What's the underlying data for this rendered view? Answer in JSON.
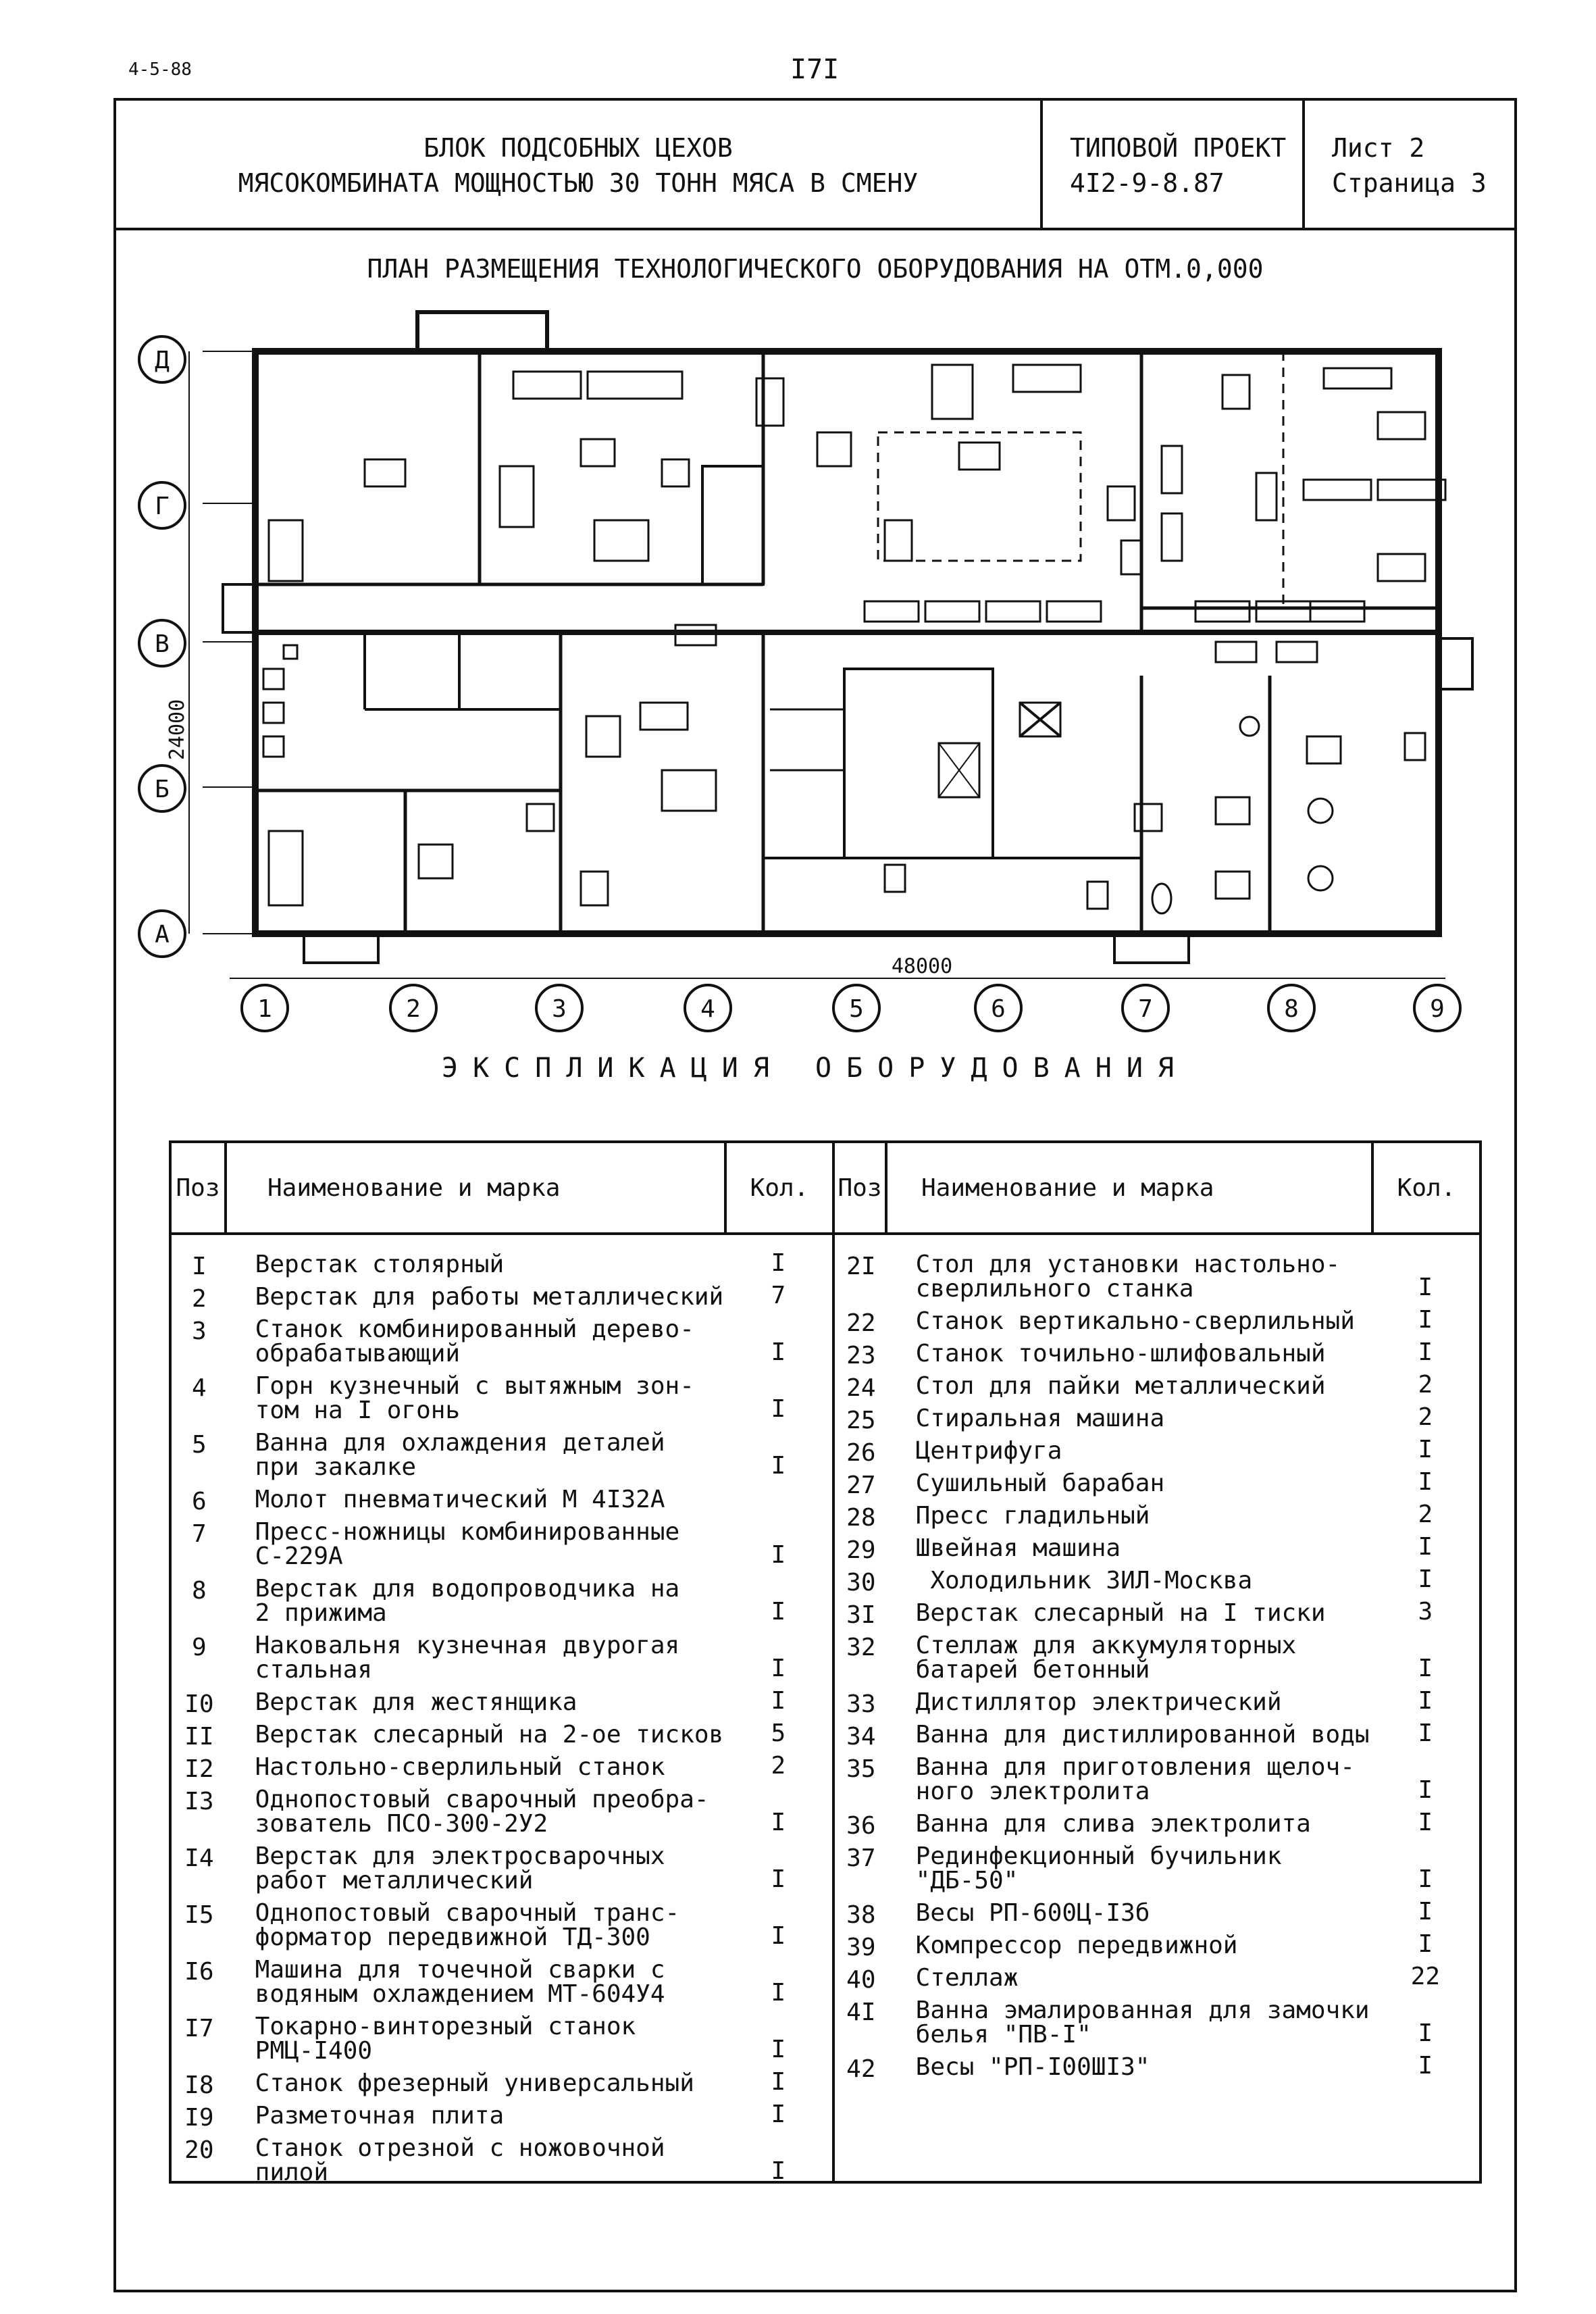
{
  "header": {
    "corner_code": "4-5-88",
    "page_number": "I7I",
    "title_line1": "БЛОК ПОДСОБНЫХ ЦЕХОВ",
    "title_line2": "МЯСОКОМБИНАТА МОЩНОСТЬЮ 30 ТОНН МЯСА В СМЕНУ",
    "project_label": "ТИПОВОЙ ПРОЕКТ",
    "project_code": "4I2-9-8.87",
    "sheet_label": "Лист 2",
    "page_label": "Страница 3"
  },
  "plan": {
    "title": "ПЛАН РАЗМЕЩЕНИЯ ТЕХНОЛОГИЧЕСКОГО ОБОРУДОВАНИЯ НА ОТМ.0,000",
    "row_axes": [
      "Д",
      "Г",
      "В",
      "Б",
      "А"
    ],
    "column_axes": [
      "1",
      "2",
      "3",
      "4",
      "5",
      "6",
      "7",
      "8",
      "9"
    ],
    "dim_width": "48000",
    "dim_height": "24000"
  },
  "explication": {
    "title": "ЭКСПЛИКАЦИЯ ОБОРУДОВАНИЯ",
    "headers": {
      "pos": "Поз",
      "name": "Наименование и марка",
      "qty": "Кол."
    },
    "left_items": [
      {
        "pos": "I",
        "name": [
          "Верстак столярный"
        ],
        "qty": "I"
      },
      {
        "pos": "2",
        "name": [
          "Верстак для работы металлический"
        ],
        "qty": "7"
      },
      {
        "pos": "3",
        "name": [
          "Станок комбинированный дерево-",
          "обрабатывающий"
        ],
        "qty": "I"
      },
      {
        "pos": "4",
        "name": [
          "Горн кузнечный с вытяжным зон-",
          "том на I огонь"
        ],
        "qty": "I"
      },
      {
        "pos": "5",
        "name": [
          "Ванна для охлаждения деталей",
          "при закалке"
        ],
        "qty": "I"
      },
      {
        "pos": "6",
        "name": [
          "Молот пневматический М 4I32А"
        ],
        "qty": ""
      },
      {
        "pos": "7",
        "name": [
          "Пресс-ножницы комбинированные",
          "С-229А"
        ],
        "qty": "I"
      },
      {
        "pos": "8",
        "name": [
          "Верстак для водопроводчика на",
          "2 прижима"
        ],
        "qty": "I"
      },
      {
        "pos": "9",
        "name": [
          "Наковальня кузнечная двурогая",
          "стальная"
        ],
        "qty": "I"
      },
      {
        "pos": "I0",
        "name": [
          "Верстак для жестянщика"
        ],
        "qty": "I"
      },
      {
        "pos": "II",
        "name": [
          "Верстак слесарный на 2-ое тисков"
        ],
        "qty": "5"
      },
      {
        "pos": "I2",
        "name": [
          "Настольно-сверлильный станок"
        ],
        "qty": "2"
      },
      {
        "pos": "I3",
        "name": [
          "Однопостовый сварочный преобра-",
          "зователь ПСО-300-2У2"
        ],
        "qty": "I"
      },
      {
        "pos": "I4",
        "name": [
          "Верстак для электросварочных",
          "работ металлический"
        ],
        "qty": "I"
      },
      {
        "pos": "I5",
        "name": [
          "Однопостовый сварочный транс-",
          "форматор передвижной ТД-300"
        ],
        "qty": "I"
      },
      {
        "pos": "I6",
        "name": [
          "Машина для точечной сварки с",
          "водяным охлаждением МТ-604У4"
        ],
        "qty": "I"
      },
      {
        "pos": "I7",
        "name": [
          "Токарно-винторезный станок",
          "РМЦ-I400"
        ],
        "qty": "I"
      },
      {
        "pos": "I8",
        "name": [
          "Станок фрезерный универсальный"
        ],
        "qty": "I"
      },
      {
        "pos": "I9",
        "name": [
          "Разметочная плита"
        ],
        "qty": "I"
      },
      {
        "pos": "20",
        "name": [
          "Станок отрезной с ножовочной",
          "пилой"
        ],
        "qty": "I"
      }
    ],
    "right_items": [
      {
        "pos": "2I",
        "name": [
          "Стол для установки настольно-",
          "сверлильного станка"
        ],
        "qty": "I"
      },
      {
        "pos": "22",
        "name": [
          "Станок вертикально-сверлильный"
        ],
        "qty": "I"
      },
      {
        "pos": "23",
        "name": [
          "Станок точильно-шлифовальный"
        ],
        "qty": "I"
      },
      {
        "pos": "24",
        "name": [
          "Стол для пайки металлический"
        ],
        "qty": "2"
      },
      {
        "pos": "25",
        "name": [
          "Стиральная машина"
        ],
        "qty": "2"
      },
      {
        "pos": "26",
        "name": [
          "Центрифуга"
        ],
        "qty": "I"
      },
      {
        "pos": "27",
        "name": [
          "Сушильный барабан"
        ],
        "qty": "I"
      },
      {
        "pos": "28",
        "name": [
          "Пресс гладильный"
        ],
        "qty": "2"
      },
      {
        "pos": "29",
        "name": [
          "Швейная машина"
        ],
        "qty": "I"
      },
      {
        "pos": "30",
        "name": [
          " Холодильник ЗИЛ-Москва"
        ],
        "qty": "I"
      },
      {
        "pos": "3I",
        "name": [
          "Верстак слесарный на I тиски"
        ],
        "qty": "3"
      },
      {
        "pos": "32",
        "name": [
          "Стеллаж для аккумуляторных",
          "батарей бетонный"
        ],
        "qty": "I"
      },
      {
        "pos": "33",
        "name": [
          "Дистиллятор электрический"
        ],
        "qty": "I"
      },
      {
        "pos": "34",
        "name": [
          "Ванна для дистиллированной воды"
        ],
        "qty": "I"
      },
      {
        "pos": "35",
        "name": [
          "Ванна для приготовления щелоч-",
          "ного электролита"
        ],
        "qty": "I"
      },
      {
        "pos": "36",
        "name": [
          "Ванна для слива электролита"
        ],
        "qty": "I"
      },
      {
        "pos": "37",
        "name": [
          "Рединфекционный бучильник",
          "\"ДБ-50\""
        ],
        "qty": "I"
      },
      {
        "pos": "38",
        "name": [
          "Весы РП-600Ц-I3б"
        ],
        "qty": "I"
      },
      {
        "pos": "39",
        "name": [
          "Компрессор передвижной"
        ],
        "qty": "I"
      },
      {
        "pos": "40",
        "name": [
          "Стеллаж"
        ],
        "qty": "22"
      },
      {
        "pos": "4I",
        "name": [
          "Ванна эмалированная для замочки",
          "белья \"ПВ-I\""
        ],
        "qty": "I"
      },
      {
        "pos": "42",
        "name": [
          "Весы \"РП-I00ШI3\""
        ],
        "qty": "I"
      }
    ]
  }
}
